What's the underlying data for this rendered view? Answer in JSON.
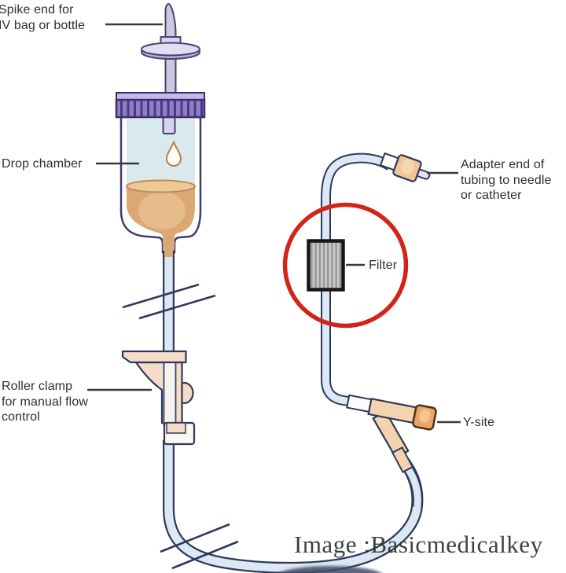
{
  "labels": {
    "spike_end": {
      "lines": [
        "Spike end for",
        "IV bag or bottle"
      ]
    },
    "drop_chamber": {
      "lines": [
        "Drop chamber"
      ]
    },
    "adapter_end": {
      "lines": [
        "Adapter end of",
        "tubing to needle",
        "or catheter"
      ]
    },
    "filter": {
      "lines": [
        "Filter"
      ]
    },
    "roller_clamp": {
      "lines": [
        "Roller clamp",
        "for manual flow",
        "control"
      ]
    },
    "y_site": {
      "lines": [
        "Y-site"
      ]
    }
  },
  "watermark": "Image :Basicmedicalkey",
  "colors": {
    "background": "#ffffff",
    "tube_fill": "#dce8f4",
    "tube_outline": "#2e3a59",
    "spike_lavender": "#d8d8ec",
    "cap_purple": "#8d7ec6",
    "chamber_interior": "#d9e9ec",
    "fluid_amber": "#d9a873",
    "clamp_peach": "#f6dcc8",
    "y_site_peach": "#f3d4ae",
    "y_site_cap_orange": "#eba366",
    "adapter_tan": "#f2c498",
    "filter_gray": "#c6c6c6",
    "highlight_circle_red": "#d22418",
    "label_text": "#2f2f2f",
    "watermark_text": "#303030"
  }
}
